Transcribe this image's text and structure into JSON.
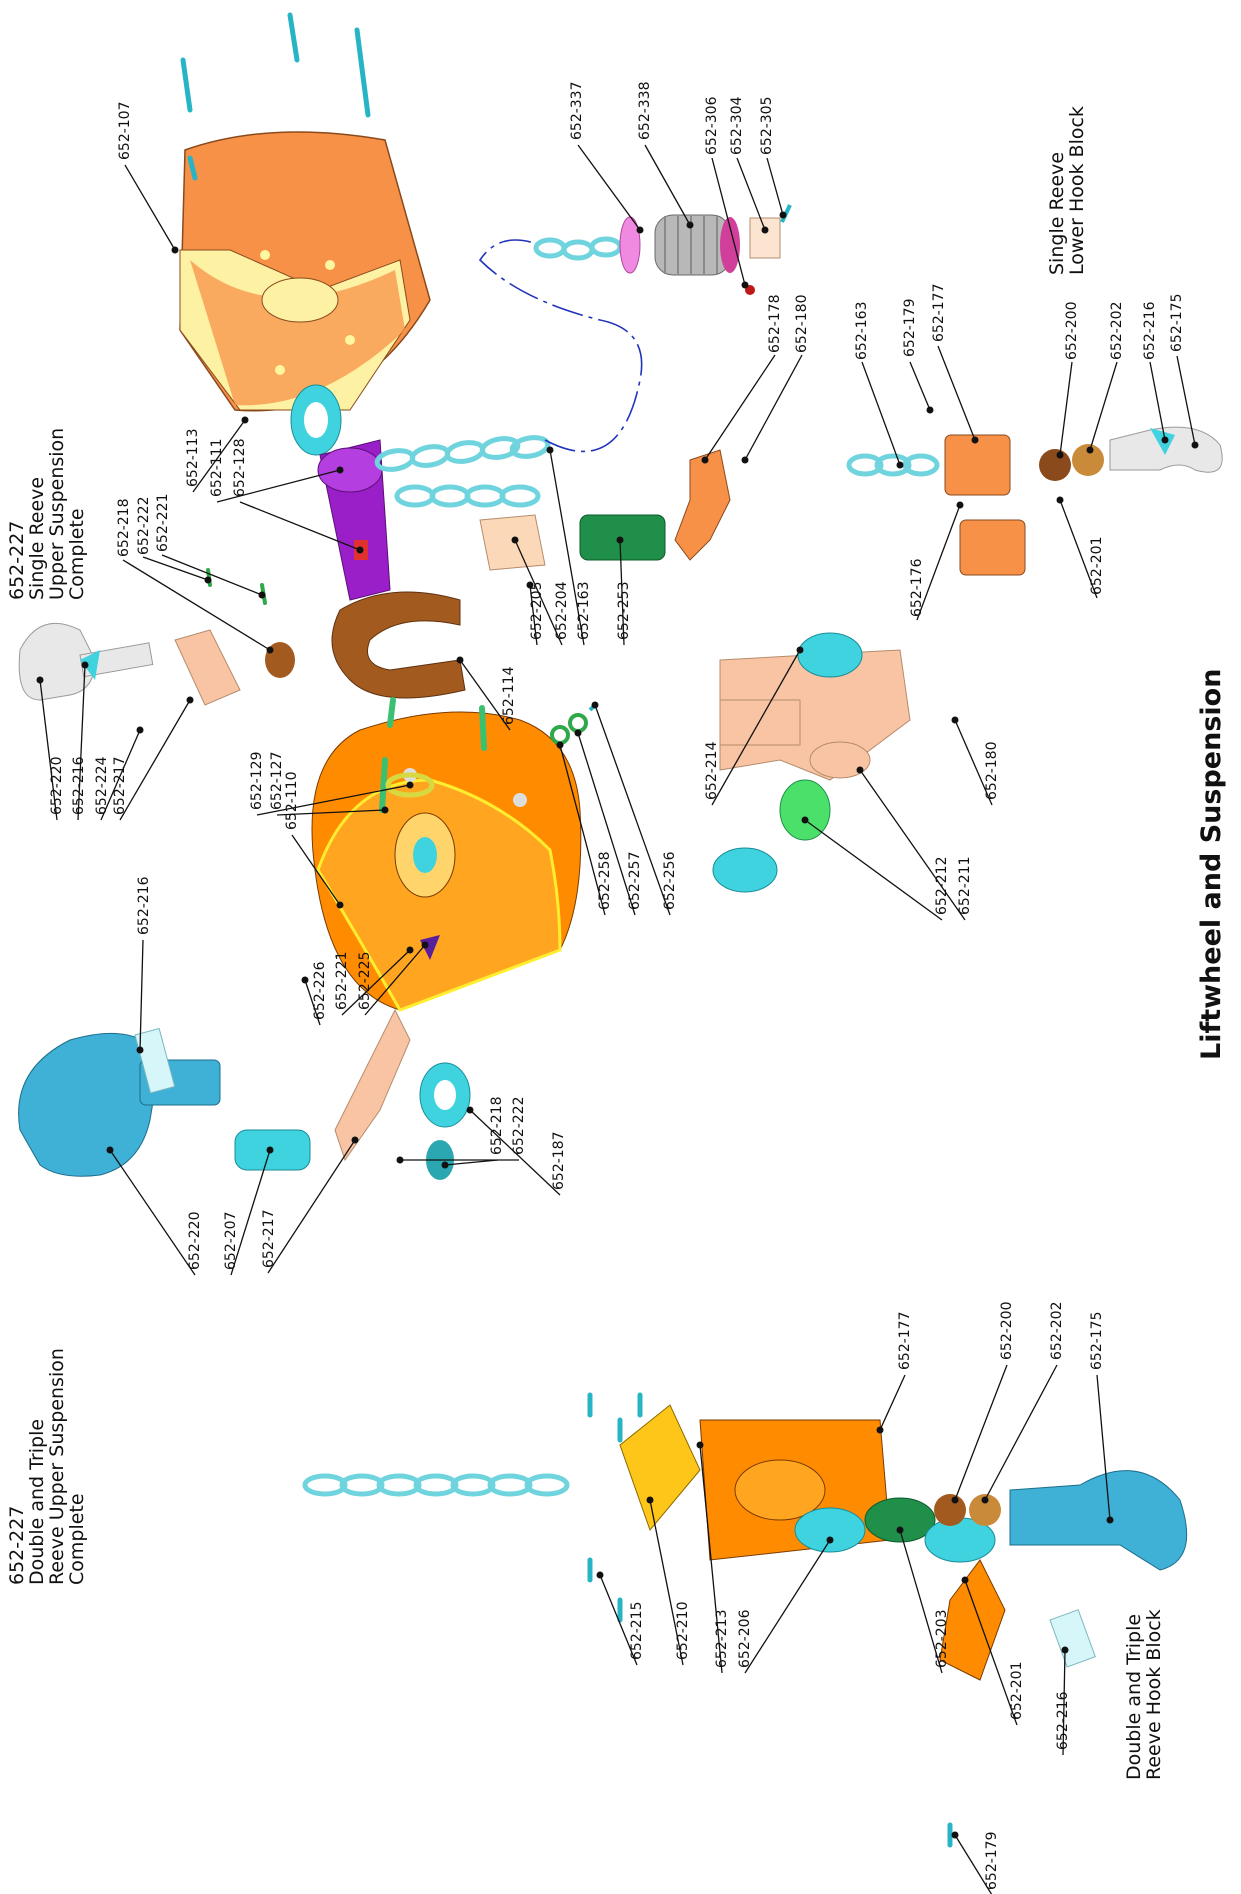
{
  "title": "Liftwheel and Suspension",
  "captions": {
    "upper_single": [
      "652-227",
      "Single Reeve",
      "Upper Suspension",
      "Complete"
    ],
    "upper_double": [
      "652-227",
      "Double and Triple",
      "Reeve Upper Suspension",
      "Complete"
    ],
    "lower_single": [
      "Single Reeve",
      "Lower Hook Block"
    ],
    "lower_double": [
      "Double and Triple",
      "Reeve Hook Block"
    ]
  },
  "part_labels": {
    "p107": "652-107",
    "p337": "652-337",
    "p338": "652-338",
    "p306": "652-306",
    "p304": "652-304",
    "p305": "652-305",
    "p113": "652-113",
    "p111": "652-111",
    "p128": "652-128",
    "p218a": "652-218",
    "p222a": "652-222",
    "p221a": "652-221",
    "p178": "652-178",
    "p180a": "652-180",
    "p163a": "652-163",
    "p179a": "652-179",
    "p177a": "652-177",
    "p200a": "652-200",
    "p202a": "652-202",
    "p216a": "652-216",
    "p175a": "652-175",
    "p204": "652-204",
    "p163b": "652-163",
    "p205": "652-205",
    "p253": "652-253",
    "p176": "652-176",
    "p201a": "652-201",
    "p114": "652-114",
    "p220a": "652-220",
    "p216b": "652-216",
    "p224": "652-224",
    "p217a": "652-217",
    "p129": "652-129",
    "p127": "652-127",
    "p110": "652-110",
    "p258": "652-258",
    "p257": "652-257",
    "p256": "652-256",
    "p214": "652-214",
    "p212": "652-212",
    "p211": "652-211",
    "p180b": "652-180",
    "p187": "652-187",
    "p216c": "652-216",
    "p226": "652-226",
    "p221b": "652-221",
    "p225": "652-225",
    "p218b": "652-218",
    "p222b": "652-222",
    "p220b": "652-220",
    "p207": "652-207",
    "p217b": "652-217",
    "p177b": "652-177",
    "p200b": "652-200",
    "p202b": "652-202",
    "p175b": "652-175",
    "p215": "652-215",
    "p210": "652-210",
    "p213": "652-213",
    "p206": "652-206",
    "p203": "652-203",
    "p201b": "652-201",
    "p216d": "652-216",
    "p179b": "652-179"
  },
  "colors": {
    "frame_orange": "#f79148",
    "body_orange": "#ff8c00",
    "cream": "#fdf1a4",
    "cyan": "#3fd3e0",
    "chain": "#9eeaf0",
    "purple": "#9b1fc9",
    "brown": "#a35a1f",
    "peach": "#f9c4a3",
    "green": "#2fa84a",
    "yellow_gold": "#ffc61a",
    "blue_hook": "#3fb0d6",
    "gray_hook": "#e8e8e8",
    "chain_guide_line": "#2233bb"
  }
}
